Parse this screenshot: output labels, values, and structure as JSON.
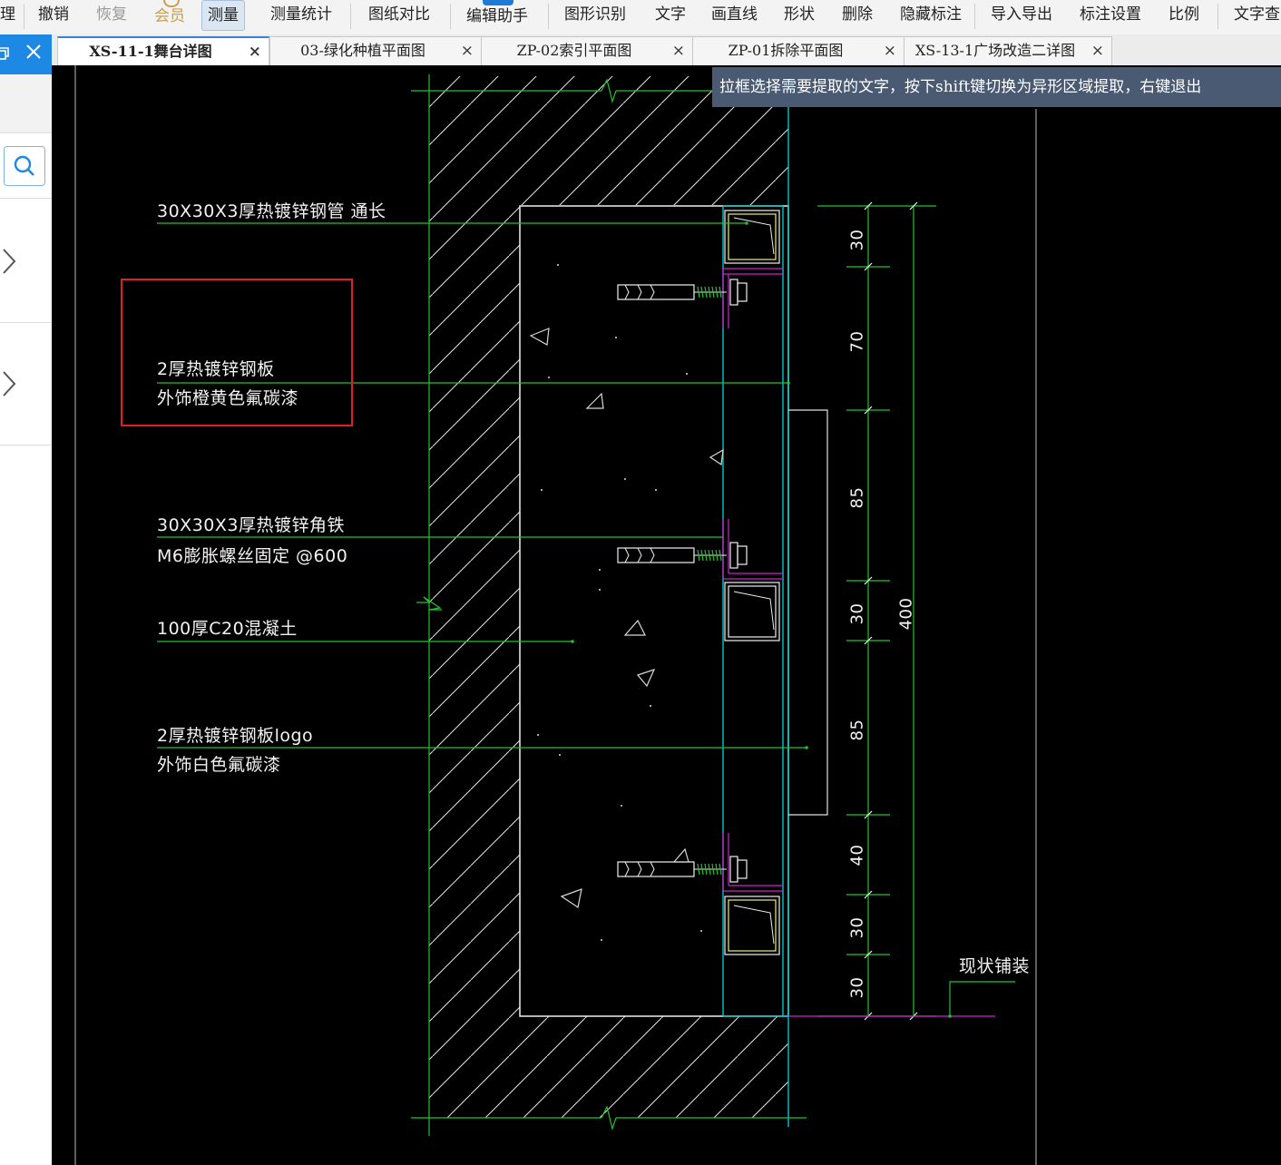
{
  "toolbar": {
    "items": [
      {
        "label": "理"
      },
      {
        "label": "撤销"
      },
      {
        "label": "恢复"
      },
      {
        "label": "会员"
      },
      {
        "label": "测量"
      },
      {
        "label": "测量统计"
      },
      {
        "label": "图纸对比"
      },
      {
        "label": "编辑助手"
      },
      {
        "label": "图形识别"
      },
      {
        "label": "文字"
      },
      {
        "label": "画直线"
      },
      {
        "label": "形状"
      },
      {
        "label": "删除"
      },
      {
        "label": "隐藏标注"
      },
      {
        "label": "导入导出"
      },
      {
        "label": "标注设置"
      },
      {
        "label": "比例"
      },
      {
        "label": "文字查"
      }
    ]
  },
  "tabs": [
    {
      "label": "XS-11-1舞台详图",
      "close": "×"
    },
    {
      "label": "03-绿化种植平面图",
      "close": "×"
    },
    {
      "label": "ZP-02索引平面图",
      "close": "×"
    },
    {
      "label": "ZP-01拆除平面图",
      "close": "×"
    },
    {
      "label": "XS-13-1广场改造二详图",
      "close": "×"
    }
  ],
  "tooltip": "拉框选择需要提取的文字，按下shift键切换为异形区域提取，右键退出",
  "drawing": {
    "annotations": [
      {
        "text": "30X30X3厚热镀锌钢管  通长"
      },
      {
        "text": "2厚热镀锌钢板"
      },
      {
        "text": "外饰橙黄色氟碳漆"
      },
      {
        "text": "30X30X3厚热镀锌角铁"
      },
      {
        "text": "M6膨胀螺丝固定  @600"
      },
      {
        "text": "100厚C20混凝土"
      },
      {
        "text": "2厚热镀锌钢板logo"
      },
      {
        "text": "外饰白色氟碳漆"
      },
      {
        "text": "现状铺装"
      }
    ],
    "dimensions": [
      "30",
      "70",
      "85",
      "30",
      "85",
      "40",
      "30",
      "30"
    ],
    "total_dimension": "400"
  },
  "colors": {
    "canvas": "#000000",
    "dim_line": "#22c22c",
    "cyan": "#00c8c8",
    "yellow": "#f0f070",
    "magenta": "#d020d0",
    "selection": "#e02020",
    "accent": "#1e88e5"
  }
}
